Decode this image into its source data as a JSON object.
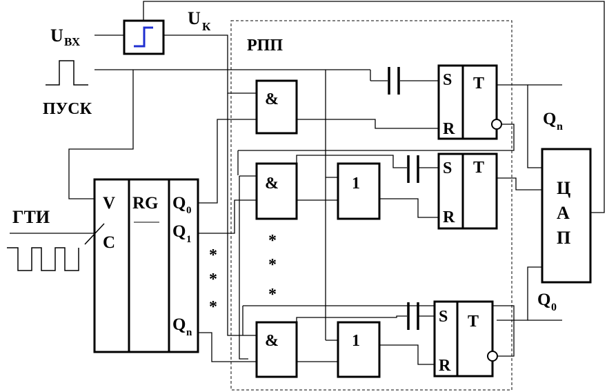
{
  "labels": {
    "u_in": "U",
    "u_in_sub": "ВХ",
    "u_k": "U",
    "u_k_sub": "К",
    "start": "ПУСК",
    "rpp": "РПП",
    "gti": "ГТИ",
    "v": "V",
    "c": "C",
    "rg": "RG",
    "q": "Q",
    "q0_sub": "0",
    "q1_sub": "1",
    "qn_sub": "n",
    "and": "&",
    "or": "1",
    "s": "S",
    "r": "R",
    "t": "T",
    "dac1": "Ц",
    "dac2": "А",
    "dac3": "П",
    "star": "*"
  },
  "colors": {
    "comparator_step": "#1f2fd0"
  }
}
